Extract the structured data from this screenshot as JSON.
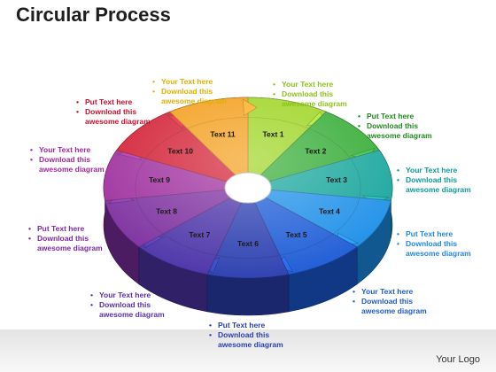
{
  "title": "Circular Process",
  "logo": "Your Logo",
  "colors": {
    "background": "#ffffff",
    "title": "#1e1e1e"
  },
  "segments": [
    {
      "label": "Text 1",
      "color": "#9ad31a"
    },
    {
      "label": "Text 2",
      "color": "#2faa2f"
    },
    {
      "label": "Text 3",
      "color": "#12a49a"
    },
    {
      "label": "Text 4",
      "color": "#1b8ee8"
    },
    {
      "label": "Text 5",
      "color": "#1c5bd6"
    },
    {
      "label": "Text 6",
      "color": "#2c3fb0"
    },
    {
      "label": "Text 7",
      "color": "#4b33a8"
    },
    {
      "label": "Text 8",
      "color": "#7b2d9e"
    },
    {
      "label": "Text 9",
      "color": "#9c2a9c"
    },
    {
      "label": "Text 10",
      "color": "#d1182e"
    },
    {
      "label": "Text 11",
      "color": "#f39a12"
    }
  ],
  "callouts": [
    {
      "line1": "Your Text  here",
      "line2": "Download this",
      "line3": "awesome diagram",
      "color": "#e0b000"
    },
    {
      "line1": "Your Text here",
      "line2": "Download this",
      "line3": "awesome diagram",
      "color": "#8cc21a"
    },
    {
      "line1": "Put Text here",
      "line2": "Download this",
      "line3": "awesome diagram",
      "color": "#1f8a1f"
    },
    {
      "line1": "Your Text here",
      "line2": "Download this",
      "line3": "awesome diagram",
      "color": "#0e9a9a"
    },
    {
      "line1": "Put Text here",
      "line2": "Download this",
      "line3": "awesome diagram",
      "color": "#1e88e5"
    },
    {
      "line1": "Your Text here",
      "line2": "Download this",
      "line3": "awesome diagram",
      "color": "#1e5cc8"
    },
    {
      "line1": "Put Text here",
      "line2": "Download this",
      "line3": "awesome diagram",
      "color": "#2a3fae"
    },
    {
      "line1": "Your Text  here",
      "line2": "Download this",
      "line3": "awesome diagram",
      "color": "#5a2fa8"
    },
    {
      "line1": "Put Text  here",
      "line2": "Download this",
      "line3": "awesome diagram",
      "color": "#7a2a9e"
    },
    {
      "line1": "Your Text  here",
      "line2": "Download this",
      "line3": "awesome diagram",
      "color": "#a0289c"
    },
    {
      "line1": "Put Text  here",
      "line2": "Download this",
      "line3": "awesome diagram",
      "color": "#c8102e"
    }
  ]
}
